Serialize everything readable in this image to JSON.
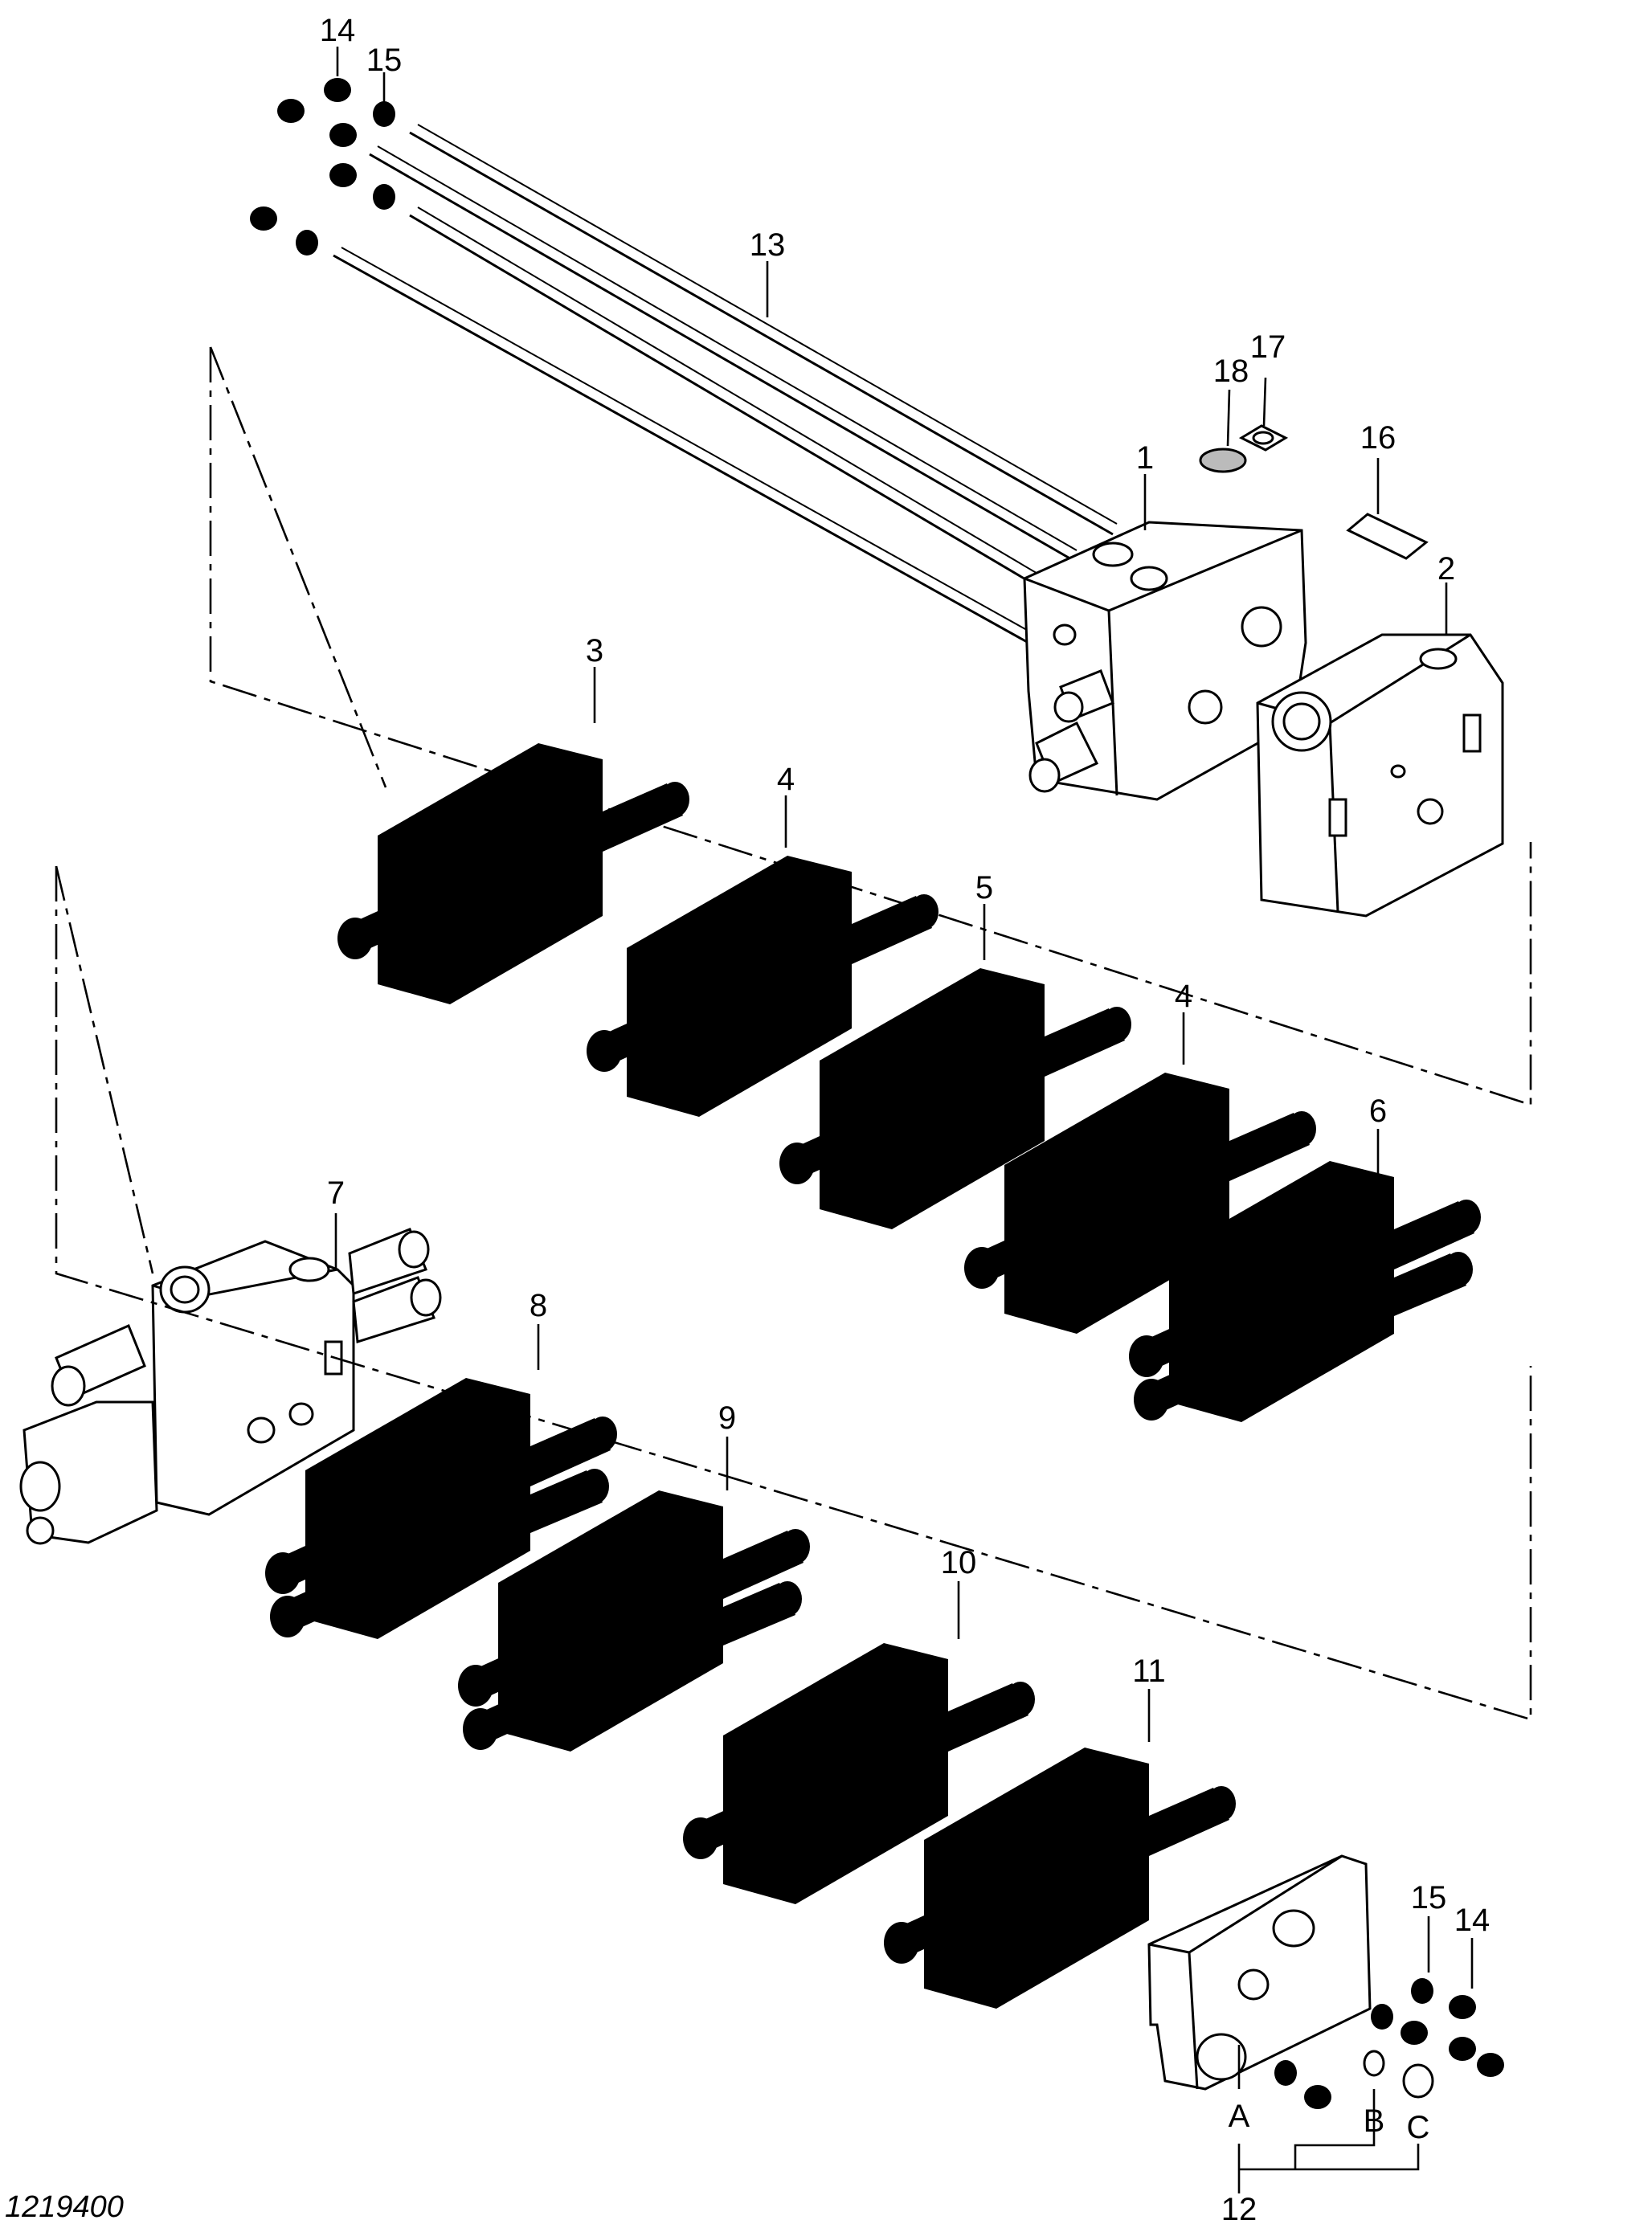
{
  "drawing": {
    "document_number": "1219400",
    "callouts": [
      {
        "id": "c14a",
        "text": "14"
      },
      {
        "id": "c15a",
        "text": "15"
      },
      {
        "id": "c13",
        "text": "13"
      },
      {
        "id": "c18",
        "text": "18"
      },
      {
        "id": "c17",
        "text": "17"
      },
      {
        "id": "c1",
        "text": "1"
      },
      {
        "id": "c16",
        "text": "16"
      },
      {
        "id": "c2",
        "text": "2"
      },
      {
        "id": "c3",
        "text": "3"
      },
      {
        "id": "c4a",
        "text": "4"
      },
      {
        "id": "c5",
        "text": "5"
      },
      {
        "id": "c4b",
        "text": "4"
      },
      {
        "id": "c6",
        "text": "6"
      },
      {
        "id": "c7",
        "text": "7"
      },
      {
        "id": "c8",
        "text": "8"
      },
      {
        "id": "c9",
        "text": "9"
      },
      {
        "id": "c10",
        "text": "10"
      },
      {
        "id": "c11",
        "text": "11"
      },
      {
        "id": "c15b",
        "text": "15"
      },
      {
        "id": "c14b",
        "text": "14"
      },
      {
        "id": "cA",
        "text": "A"
      },
      {
        "id": "cB",
        "text": "B"
      },
      {
        "id": "cC",
        "text": "C"
      },
      {
        "id": "c12",
        "text": "12"
      }
    ]
  }
}
